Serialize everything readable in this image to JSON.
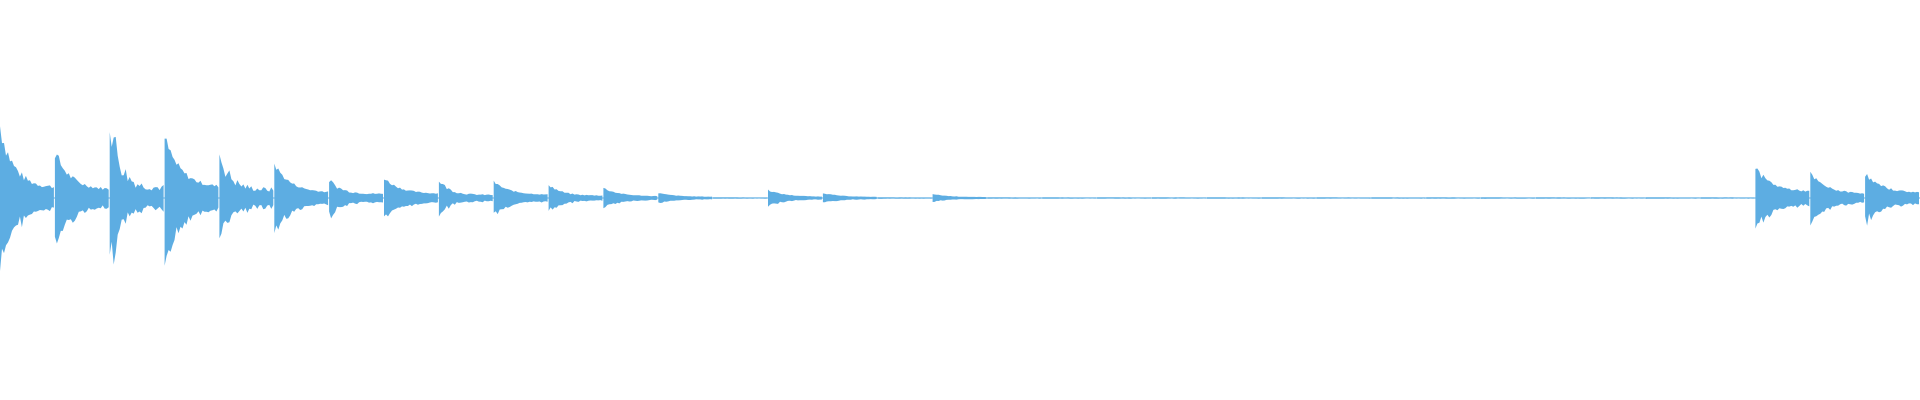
{
  "waveform": {
    "color": "#5dade2",
    "background": "#ffffff",
    "segments": [
      {
        "attack": 0.36,
        "decay": 0.25,
        "sustain": 0.05,
        "jitter": 0.35
      },
      {
        "attack": 0.23,
        "decay": 0.28,
        "sustain": 0.04,
        "jitter": 0.3
      },
      {
        "attack": 0.42,
        "decay": 0.18,
        "sustain": 0.05,
        "jitter": 0.65
      },
      {
        "attack": 0.3,
        "decay": 0.3,
        "sustain": 0.05,
        "jitter": 0.25
      },
      {
        "attack": 0.22,
        "decay": 0.2,
        "sustain": 0.04,
        "jitter": 0.6
      },
      {
        "attack": 0.17,
        "decay": 0.3,
        "sustain": 0.025,
        "jitter": 0.2
      },
      {
        "attack": 0.09,
        "decay": 0.22,
        "sustain": 0.02,
        "jitter": 0.35
      },
      {
        "attack": 0.1,
        "decay": 0.3,
        "sustain": 0.02,
        "jitter": 0.2
      },
      {
        "attack": 0.09,
        "decay": 0.2,
        "sustain": 0.015,
        "jitter": 0.35
      },
      {
        "attack": 0.08,
        "decay": 0.3,
        "sustain": 0.015,
        "jitter": 0.2
      },
      {
        "attack": 0.07,
        "decay": 0.22,
        "sustain": 0.012,
        "jitter": 0.3
      },
      {
        "attack": 0.05,
        "decay": 0.3,
        "sustain": 0.008,
        "jitter": 0.2
      },
      {
        "attack": 0.025,
        "decay": 0.3,
        "sustain": 0.006,
        "jitter": 0.2
      },
      {
        "attack": 0.004,
        "decay": 0.3,
        "sustain": 0.003,
        "jitter": 0.1
      },
      {
        "attack": 0.04,
        "decay": 0.3,
        "sustain": 0.006,
        "jitter": 0.2
      },
      {
        "attack": 0.025,
        "decay": 0.3,
        "sustain": 0.005,
        "jitter": 0.2
      },
      {
        "attack": 0.004,
        "decay": 0.3,
        "sustain": 0.003,
        "jitter": 0.1
      },
      {
        "attack": 0.02,
        "decay": 0.3,
        "sustain": 0.004,
        "jitter": 0.2
      },
      {
        "attack": 0.004,
        "decay": 0.3,
        "sustain": 0.003,
        "jitter": 0.1
      },
      {
        "attack": 0.004,
        "decay": 0.3,
        "sustain": 0.003,
        "jitter": 0.1
      },
      {
        "attack": 0.004,
        "decay": 0.3,
        "sustain": 0.003,
        "jitter": 0.1
      },
      {
        "attack": 0.004,
        "decay": 0.3,
        "sustain": 0.003,
        "jitter": 0.1
      },
      {
        "attack": 0.004,
        "decay": 0.3,
        "sustain": 0.003,
        "jitter": 0.1
      },
      {
        "attack": 0.004,
        "decay": 0.3,
        "sustain": 0.003,
        "jitter": 0.1
      },
      {
        "attack": 0.004,
        "decay": 0.3,
        "sustain": 0.003,
        "jitter": 0.1
      },
      {
        "attack": 0.004,
        "decay": 0.3,
        "sustain": 0.003,
        "jitter": 0.1
      },
      {
        "attack": 0.004,
        "decay": 0.3,
        "sustain": 0.003,
        "jitter": 0.1
      },
      {
        "attack": 0.004,
        "decay": 0.3,
        "sustain": 0.003,
        "jitter": 0.1
      },
      {
        "attack": 0.004,
        "decay": 0.3,
        "sustain": 0.003,
        "jitter": 0.1
      },
      {
        "attack": 0.004,
        "decay": 0.3,
        "sustain": 0.003,
        "jitter": 0.1
      },
      {
        "attack": 0.004,
        "decay": 0.3,
        "sustain": 0.003,
        "jitter": 0.1
      },
      {
        "attack": 0.004,
        "decay": 0.3,
        "sustain": 0.003,
        "jitter": 0.1
      },
      {
        "attack": 0.15,
        "decay": 0.3,
        "sustain": 0.03,
        "jitter": 0.25
      },
      {
        "attack": 0.12,
        "decay": 0.3,
        "sustain": 0.02,
        "jitter": 0.25
      },
      {
        "attack": 0.12,
        "decay": 0.3,
        "sustain": 0.025,
        "jitter": 0.25
      }
    ]
  }
}
